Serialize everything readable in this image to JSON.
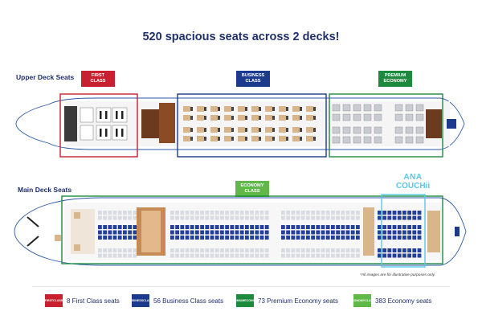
{
  "title": "520 spacious seats across 2 decks!",
  "decks": {
    "upper_label": "Upper Deck Seats",
    "main_label": "Main Deck Seats"
  },
  "classes": {
    "first": {
      "line1": "FIRST",
      "line2": "CLASS",
      "color": "#c8202e"
    },
    "business": {
      "line1": "BUSINESS",
      "line2": "CLASS",
      "color": "#1c3b8c"
    },
    "premium": {
      "line1": "PREMIUM",
      "line2": "ECONOMY",
      "color": "#1e8a3e"
    },
    "economy": {
      "line1": "ECONOMY",
      "line2": "CLASS",
      "color": "#5fb847"
    }
  },
  "ana_couchii": {
    "line1": "ANA",
    "line2": "COUCHii",
    "color": "#5bc7e6"
  },
  "disclaimer": "*All images are for illustrative purposes only.",
  "legend": [
    {
      "swatch_line1": "FIRST",
      "swatch_line2": "CLASS",
      "label": "8 First Class seats",
      "color": "#c8202e"
    },
    {
      "swatch_line1": "BUSINESS",
      "swatch_line2": "CLASS",
      "label": "56 Business Class seats",
      "color": "#1c3b8c"
    },
    {
      "swatch_line1": "PREMIUM",
      "swatch_line2": "ECONOMY",
      "label": "73 Premium Economy seats",
      "color": "#1e8a3e"
    },
    {
      "swatch_line1": "ECONOMY",
      "swatch_line2": "CLASS",
      "label": "383 Economy seats",
      "color": "#5fb847"
    }
  ]
}
